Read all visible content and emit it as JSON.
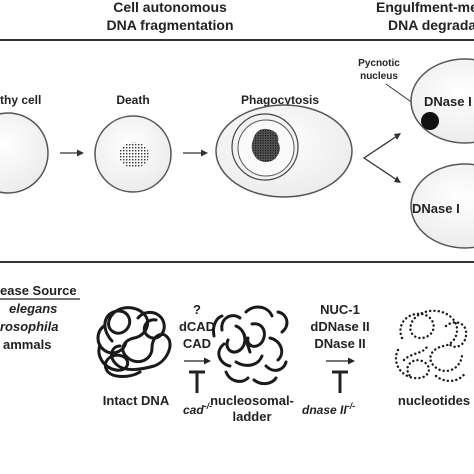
{
  "header": {
    "cell_autonomous_line1": "Cell autonomous",
    "cell_autonomous_line2": "DNA fragmentation",
    "engulfment_line1": "Engulfment-me",
    "engulfment_line2": "DNA degrada"
  },
  "stages": {
    "healthy": "thy cell",
    "death": "Death",
    "phagocytosis": "Phagocytosis",
    "pycnotic_line1": "Pycnotic",
    "pycnotic_line2": "nucleus",
    "dnase_top": "DNase I",
    "dnase_bottom": "DNase I"
  },
  "nuclease_source": {
    "heading": "ease Source",
    "organisms": [
      "elegans",
      "rosophila",
      "ammals"
    ]
  },
  "step1": {
    "question": "?",
    "dcad": "dCAD",
    "cad": "CAD",
    "mutant_base": "cad",
    "mutant_sup": "-/-"
  },
  "step2": {
    "nuc1": "NUC-1",
    "ddnase": "dDNase II",
    "dnase": "DNase II",
    "mutant_base": "dnase II",
    "mutant_sup": "-/-"
  },
  "dna_states": {
    "intact": "Intact DNA",
    "ladder_line1": "nucleosomal-",
    "ladder_line2": "ladder",
    "nucleotides": "nucleotides"
  },
  "colors": {
    "ink": "#222222",
    "cell_fill": "#f6f6f6",
    "stroke": "#555555"
  }
}
